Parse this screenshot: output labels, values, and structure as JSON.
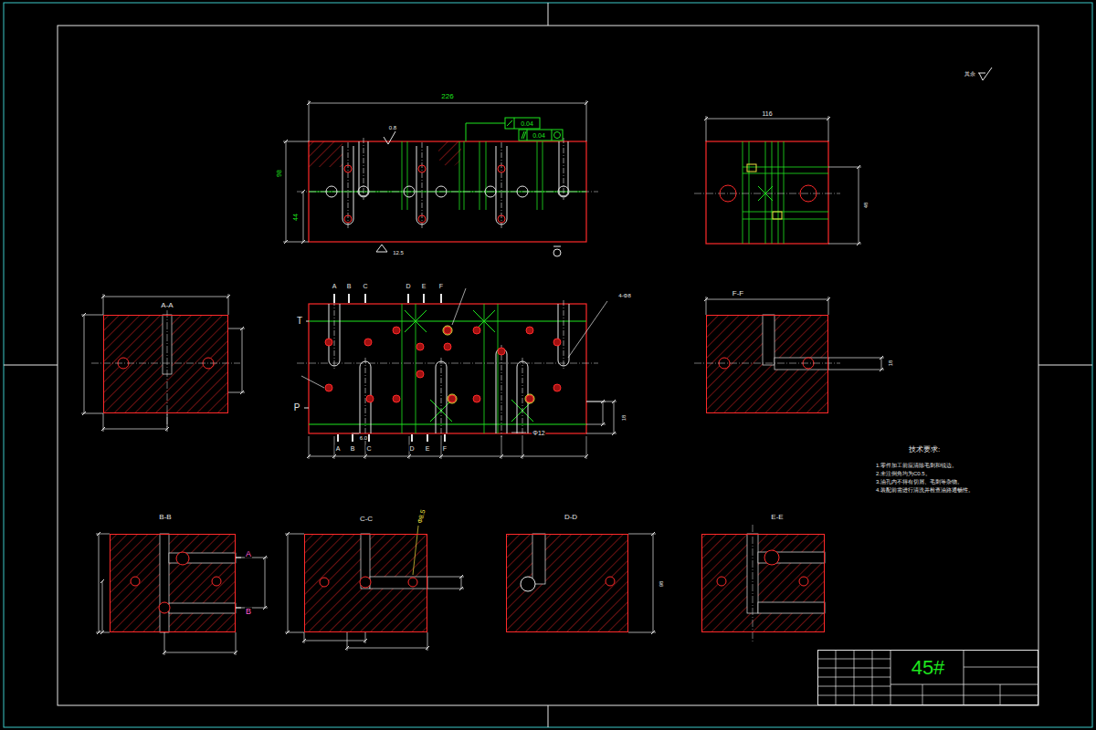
{
  "diagram": {
    "nodes": [
      {
        "text": [
          "A-A"
        ]
      },
      {
        "text": [
          "F-F"
        ]
      },
      {
        "text": [
          "B-B"
        ]
      },
      {
        "text": [
          "C-C"
        ]
      },
      {
        "text": [
          "D-D"
        ]
      },
      {
        "text": [
          "E-E"
        ]
      },
      {
        "text": [
          "45#"
        ]
      }
    ],
    "labels": [
      "其余",
      "226",
      "0.8",
      "0.04",
      "0.04",
      "98",
      "44",
      "12.5",
      "116",
      "48",
      "A",
      "B",
      "C",
      "D",
      "E",
      "F",
      "4-Φ8",
      "T",
      "P",
      "6.0",
      "Φ12",
      "18",
      "A",
      "B",
      "C",
      "D",
      "E",
      "F",
      "A",
      "B",
      "Φ8.5",
      "98",
      "18",
      "技术要求:",
      "1.零件加工前应清除毛刺和锐边。",
      "2.未注倒角均为C0.5。",
      "3.油孔内不得有切屑、毛刺等杂物。",
      "4.装配前需进行清洗并检查油路通畅性。"
    ]
  }
}
